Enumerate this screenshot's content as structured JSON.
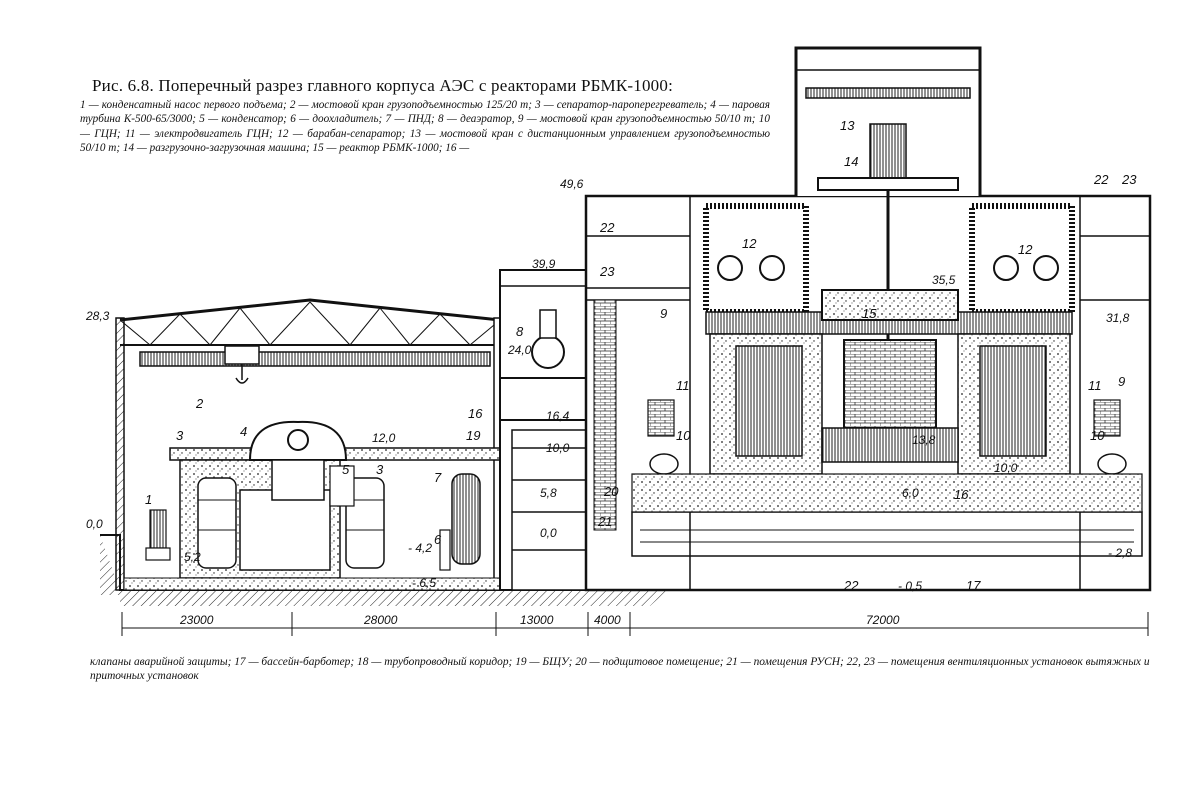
{
  "caption": {
    "title": "Рис. 6.8. Поперечный разрез главного корпуса АЭС с реакторами РБМК-1000:",
    "legend_top": "1 — конденсатный насос первого подъема; 2 — мостовой кран грузоподъемностью 125/20 т; 3 — сепаратор-пароперегреватель; 4 — паровая турбина К-500-65/3000; 5 — конденсатор; 6 — доохладитель; 7 — ПНД; 8 — деаэратор, 9 — мостовой кран грузоподъемностью 50/10 т; 10 — ГЦН; 11 — электродвигатель ГЦН; 12 — барабан-сепаратор; 13 — мостовой кран с дистанционным управлением грузоподъемностью 50/10 т; 14 — разгрузочно-загрузочная машина; 15 — реактор РБМК-1000; 16 —",
    "legend_bottom": "клапаны аварийной защиты; 17 — бассейн-барботер; 18 — трубопроводный коридор; 19 — БЩУ; 20 — подщитовое помещение; 21 — помещения РУСН; 22, 23 — помещения вентиляционных установок вытяжных и приточных установок"
  },
  "elevations": {
    "e28_3": "28,3",
    "e0_0": "0,0",
    "e5_2": "5,2",
    "e4_2": "- 4,2",
    "e6_5": "- 6,5",
    "e12_0": "12,0",
    "e39_9": "39,9",
    "e49_6": "49,6",
    "e24_0": "24,0",
    "e16_4": "16,4",
    "e10_0_left": "10,0",
    "e5_8": "5,8",
    "e0_0_mid": "0,0",
    "e35_5": "35,5",
    "e31_8": "31,8",
    "e13_8": "13,8",
    "e10_0_right": "10,0",
    "e6_0": "6,0",
    "e0_5": "- 0,5",
    "e2_8": "- 2,8"
  },
  "dimensions": {
    "d23000": "23000",
    "d28000": "28000",
    "d13000": "13000",
    "d4000": "4000",
    "d72000": "72000"
  },
  "callouts": {
    "c1": "1",
    "c2": "2",
    "c3a": "3",
    "c3b": "3",
    "c4": "4",
    "c5": "5",
    "c6": "6",
    "c7": "7",
    "c8": "8",
    "c9a": "9",
    "c9b": "9",
    "c10a": "10",
    "c10b": "10",
    "c11a": "11",
    "c11b": "11",
    "c12a": "12",
    "c12b": "12",
    "c13": "13",
    "c14": "14",
    "c15": "15",
    "c16a": "16",
    "c16b": "16",
    "c17": "17",
    "c19": "19",
    "c20": "20",
    "c21": "21",
    "c22a": "22",
    "c22b": "22",
    "c22c": "22",
    "c23a": "23",
    "c23b": "23"
  }
}
